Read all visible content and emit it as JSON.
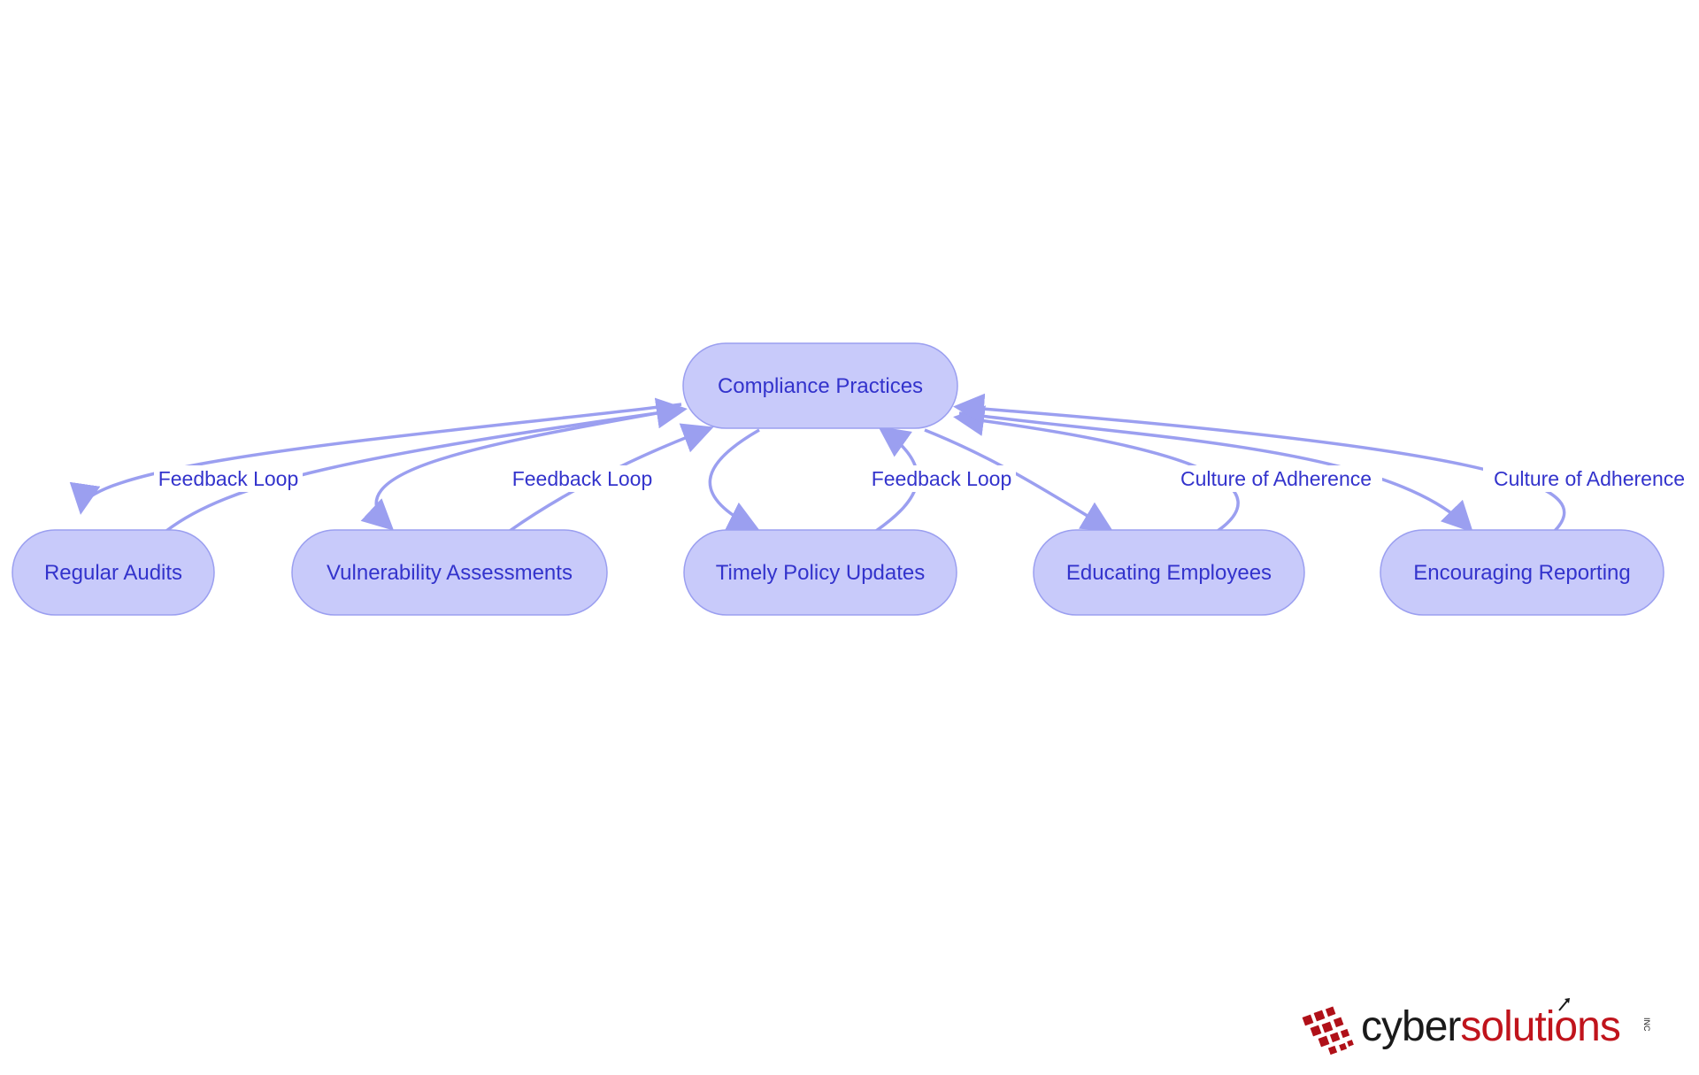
{
  "diagram": {
    "nodes": {
      "compliance": "Compliance Practices",
      "audits": "Regular Audits",
      "vulnerability": "Vulnerability Assessments",
      "policy": "Timely Policy Updates",
      "educating": "Educating Employees",
      "reporting": "Encouraging Reporting"
    },
    "edge_labels": {
      "audits": "Feedback Loop",
      "vulnerability": "Feedback Loop",
      "policy": "Feedback Loop",
      "educating": "Culture of Adherence",
      "reporting": "Culture of Adherence"
    },
    "colors": {
      "node_fill": "#c8cafa",
      "node_stroke": "#9b9ff0",
      "text": "#3333cc",
      "edge": "#9b9ff0"
    }
  },
  "logo": {
    "text_cyber": "cyber",
    "text_solutions": "solutions",
    "text_inc": "INC",
    "colors": {
      "cyber": "#1a1a1a",
      "solutions": "#c0141c",
      "mark": "#b01018"
    }
  }
}
